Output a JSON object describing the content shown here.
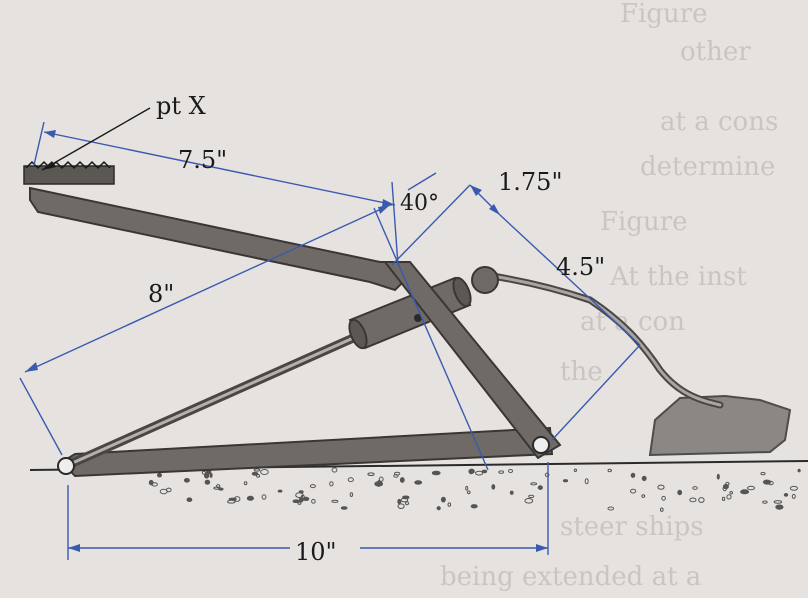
{
  "figure": {
    "label_pt": "pt X",
    "dim_link_top": "7.5\"",
    "dim_angle": "40°",
    "dim_offset": "1.75\"",
    "dim_link_right": "4.5\"",
    "dim_link_long": "8\"",
    "dim_base": "10\""
  },
  "background_text": [
    "Figure",
    "other",
    "at a cons",
    "determine",
    "Figure",
    "At the inst",
    "at a con",
    "the",
    "steer ships",
    "being extended at a"
  ],
  "colors": {
    "paper": "#e6e2df",
    "ink": "#1a1a1a",
    "dimension_line": "#3a5ab0",
    "steel": "#6f6a66",
    "steel_dark": "#4a4642",
    "rock": "#8b8784"
  }
}
